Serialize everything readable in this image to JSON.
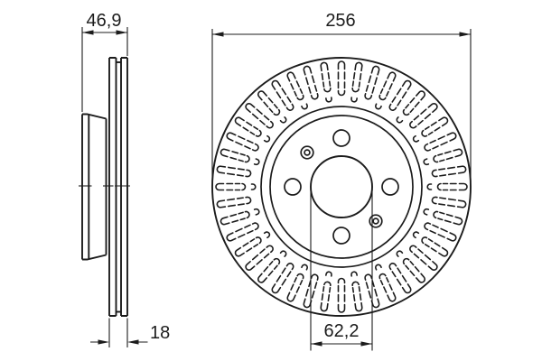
{
  "drawing": {
    "dimensions": {
      "hat_width": {
        "value": "46,9"
      },
      "outer_diameter": {
        "value": "256"
      },
      "thickness": {
        "value": "18"
      },
      "center_bore": {
        "value": "62,2"
      }
    },
    "colors": {
      "line": "#1c1c1c",
      "background": "#ffffff"
    }
  }
}
